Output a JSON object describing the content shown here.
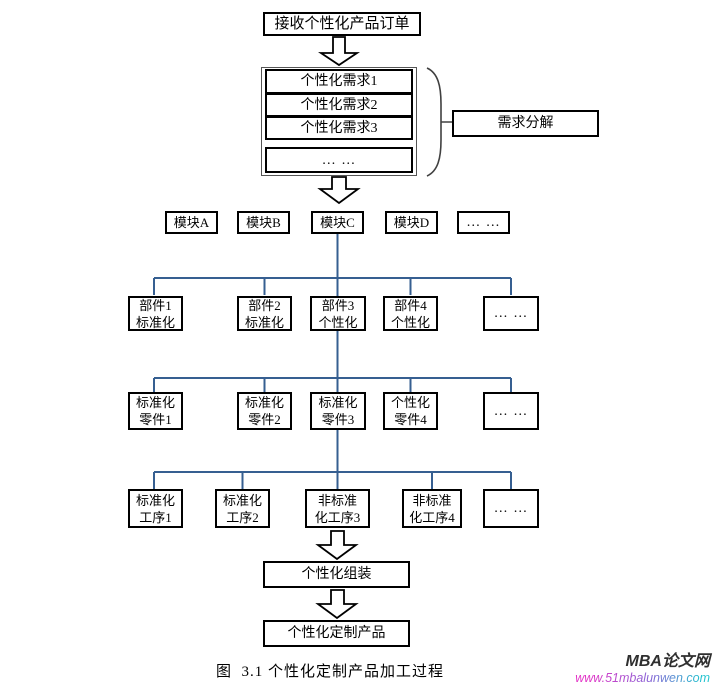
{
  "colors": {
    "connector": "#365f91",
    "box_border": "#000000",
    "brace": "#404040",
    "watermark_site": "#2f2f2f",
    "url_start": "#e233c6",
    "url_mid": "#8a63d6",
    "url_end": "#1fc4ce"
  },
  "flow": {
    "receive_order": "接收个性化产品订单",
    "requirements": [
      "个性化需求1",
      "个性化需求2",
      "个性化需求3",
      "… …"
    ],
    "demand_decompose": "需求分解",
    "modules": [
      "模块A",
      "模块B",
      "模块C",
      "模块D",
      "… …"
    ],
    "components": [
      "部件1\n标准化",
      "部件2\n标准化",
      "部件3\n个性化",
      "部件4\n个性化",
      "… …"
    ],
    "parts": [
      "标准化\n零件1",
      "标准化\n零件2",
      "标准化\n零件3",
      "个性化\n零件4",
      "… …"
    ],
    "processes": [
      "标准化\n工序1",
      "标准化\n工序2",
      "非标准\n化工序3",
      "非标准\n化工序4",
      "… …"
    ],
    "assembly": "个性化组装",
    "product": "个性化定制产品"
  },
  "caption": "图  3.1 个性化定制产品加工过程",
  "watermark": {
    "site": "MBA论文网",
    "url": "www.51mbalunwen.com"
  }
}
